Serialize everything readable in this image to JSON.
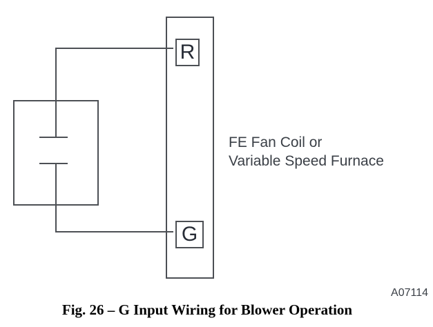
{
  "figure": {
    "unit": {
      "label_line1": "FE Fan Coil or",
      "label_line2": "Variable Speed Furnace"
    },
    "terminals": [
      {
        "label": "R"
      },
      {
        "label": "G"
      }
    ],
    "switch_symbol": "contact-plates",
    "drawing_number": "A07114",
    "caption": "Fig. 26 – G Input Wiring for Blower Operation",
    "colors": {
      "line": "#4c4f54",
      "terminal_text": "#272c36",
      "label_text": "#3a3f46",
      "caption_text": "#000000",
      "background": "#ffffff"
    }
  }
}
